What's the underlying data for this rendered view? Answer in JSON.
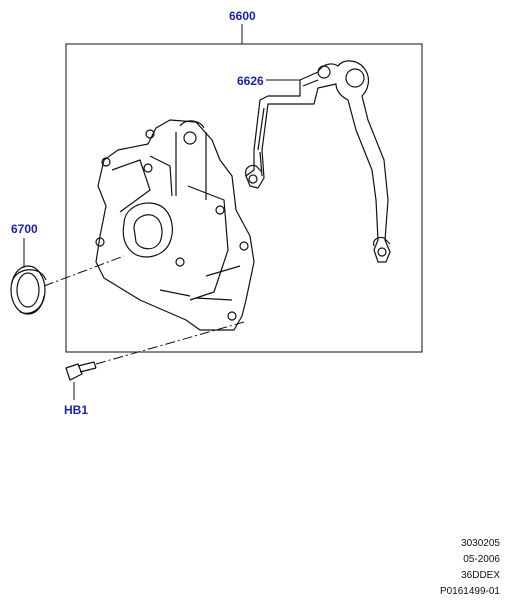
{
  "callouts": {
    "assembly": "6600",
    "gasket": "6626",
    "seal": "6700",
    "bolt": "HB1"
  },
  "reference": {
    "line1": "3030205",
    "line2": "05-2006",
    "line3": "36DDEX",
    "line4": "P0161499-01"
  },
  "colors": {
    "callout_text": "#1a24a8",
    "line_art": "#111111"
  }
}
